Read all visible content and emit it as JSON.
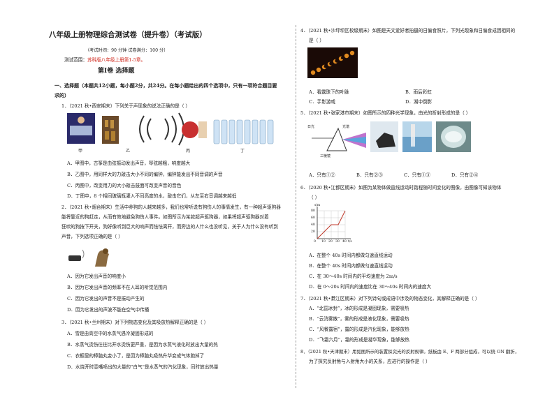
{
  "title": "八年级上册物理综合测试卷（提升卷）（考试版）",
  "meta": "（考试时间：90 分钟   试卷满分：100 分）",
  "scope": {
    "label": "测试范围：",
    "value": "苏科版八年级上册第1-5章。"
  },
  "section_title": "第Ⅰ卷   选择题",
  "part_heading_1": "一、选择题（本题共12小题，每小题2分，共24分。在每小题给出的四个选项中，只有一项符合题目要",
  "part_heading_2": "求的）",
  "q1": {
    "stem": "1．（2021 秋•西安期末）下列关于声现象的说法正确的是（     ）",
    "fig_labels": [
      "甲",
      "乙",
      "丙",
      "丁"
    ],
    "options": [
      "A．甲图中，古筝是由弦振动发出声音，琴弦越粗，响度越大",
      "B．乙图中，用同样大的力敲击大小不同的编钟，编钟能发出不同音调的声音",
      "C．丙图中，改变用力的大小敲击鼓面可改变声音的音色",
      "D．丁图中，8 个相同玻璃瓶灌入不同高度的水，敲击它们，从左至右音调越来越低"
    ]
  },
  "q2": {
    "stem_lines": [
      "2．（2021 秋•烟台期末）生活中养狗的人越来越多，我们也常听说有狗伤人的事情发生，有一种超声驱狗器",
      "能将靠近的狗赶走，从而有效地避免狗伤人事件。如图所示为某款超声驱狗器，如果将超声驱狗器对着",
      "狂吠的狗按下开关，狗好像听到巨大的响声而怯怯离开，而旁边的人什么也没听见，关于人为什么没有听到",
      "声音，下列选项正确的是（     ）"
    ],
    "options": [
      "A．因为它发出声音的响度小",
      "B．因为它发出声音的频率不在人耳的听觉范围内",
      "C．因为它发出的声音不是振动产生的",
      "D．因为它发出的声波不能在空气中传播"
    ]
  },
  "q3": {
    "stem": "3．（2021 秋•兰州期末）对下列物态变化及其吸放热解释正确的是（     ）",
    "options": [
      "A．雪是由高空中的水蒸气遇冷凝固形成的",
      "B．水蒸气烫伤往往比开水烫伤更严重，是因为水蒸气液化时放出大量的热",
      "C．衣橱里的樟脑丸变小了，是因为樟脑丸吸热升华变成气体跑掉了",
      "D．水烧开时壶嘴喷出的大量的“白气”是水蒸气的汽化现象，同时放出热量"
    ]
  },
  "q4": {
    "stem": "4．（2021 秋•沙坪坝区校级期末）如图是天文爱好者拍摄的日偏食照片，下列光现象和日偏食成因相同的",
    "stem2": "是（     ）",
    "options": [
      "A．看露珠下的叶脉",
      "B．雨后彩虹",
      "C．手影游戏",
      "D．湖中倒影"
    ]
  },
  "q5": {
    "stem": "5．（2021 秋•张家港市期末）如图所示的四种光学现象，由光的折射形成的是（     ）",
    "fig_labels": [
      "日光",
      "光谱",
      "三棱镜"
    ],
    "options": [
      "A．只有①②",
      "B．只有②③",
      "C．只有①③",
      "D．只有②④"
    ]
  },
  "q6": {
    "stem": "6．（2020 秋•江都区期末）如图为某物体做直线运动时路程随时间变化的图像，由图像可知该物体",
    "stem2": "（     ）",
    "graph": {
      "ylabel": "s/m",
      "xlabel": "t/s",
      "yticks": [
        "80",
        "60",
        "40",
        "20"
      ],
      "xticks": [
        "10",
        "20",
        "30",
        "40"
      ],
      "origin": "0"
    },
    "options": [
      "A．在整个 40s 时间内都做匀速直线运动",
      "B．在整个 40s 时间内都做匀速直线运动",
      "C．在 30～40s 时间内的平均速度为 2m/s",
      "D．在 0～20s 时间内的速度比在 30～40s 时间内的速度大"
    ]
  },
  "q7": {
    "stem": "7．（2021 秋•綦江区期末）对下列诗句或成语中涉及的物态变化，其解释正确的是（     ）",
    "options": [
      "A．“北国冰封”，冰的形成是凝固现象，需要吸热",
      "B．“云消雾散”，雾的形成是液化现象，需要吸热",
      "C．“风餐露宿”，露的形成是汽化现象，能够放热",
      "D．“飞霜六月”，霜的形成是凝华现象，能够放热"
    ]
  },
  "q8": {
    "stem": "8．（2021 秋•天津期末）用如图所示的装置探究光的反射规律。纸板由 E、F 两部分组成，可以绕 ON 翻折，",
    "stem2": "为了探究反射角与入射角大小的关系，应进行的操作是（     ）"
  },
  "colors": {
    "accent": "#d0261b",
    "divider": "#999999"
  }
}
